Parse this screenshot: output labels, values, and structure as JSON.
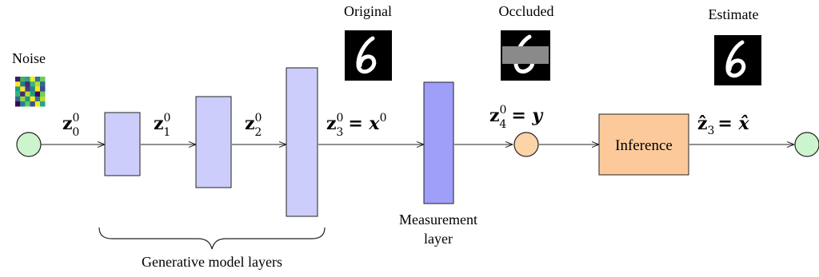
{
  "labels": {
    "noise": "Noise",
    "original": "Original",
    "occluded": "Occluded",
    "estimate": "Estimate",
    "inference": "Inference",
    "measurement_line1": "Measurement",
    "measurement_line2": "layer",
    "generative_layers": "Generative model layers"
  },
  "edges": {
    "z0": {
      "base": "z",
      "sub": "0",
      "sup": "0"
    },
    "z1": {
      "base": "z",
      "sub": "1",
      "sup": "0"
    },
    "z2": {
      "base": "z",
      "sub": "2",
      "sup": "0"
    },
    "z3": {
      "base": "z",
      "sub": "3",
      "sup": "0",
      "rhs": "= x",
      "rhs_sup": "0"
    },
    "z4": {
      "base": "z",
      "sub": "4",
      "sup": "0",
      "rhs": "= y"
    },
    "zhat": {
      "base": "ẑ",
      "sub": "3",
      "rhs": "= x̂"
    }
  },
  "colors": {
    "node_green": "#cdf5cd",
    "node_orange": "#fcd4a8",
    "layer_light": "#cccdfa",
    "layer_dark": "#9f9ff9",
    "inference_box": "#fcca9a",
    "stroke": "#222222"
  },
  "images": {
    "noise_grid": [
      [
        "#3a1f6b",
        "#4caf5b",
        "#22a884",
        "#fde725",
        "#2a788e",
        "#6ece58"
      ],
      [
        "#fde725",
        "#2a788e",
        "#482878",
        "#35b779",
        "#b5de2b",
        "#31688e"
      ],
      [
        "#1f9e89",
        "#fde725",
        "#443983",
        "#26828e",
        "#fde725",
        "#3e4a89"
      ],
      [
        "#35b779",
        "#482878",
        "#b5de2b",
        "#1f9e89",
        "#440154",
        "#6ece58"
      ],
      [
        "#31688e",
        "#90d743",
        "#21918c",
        "#fde725",
        "#2a788e",
        "#b5de2b"
      ],
      [
        "#440154",
        "#26828e",
        "#5ec962",
        "#3b528b",
        "#fde725",
        "#22a884"
      ]
    ]
  }
}
